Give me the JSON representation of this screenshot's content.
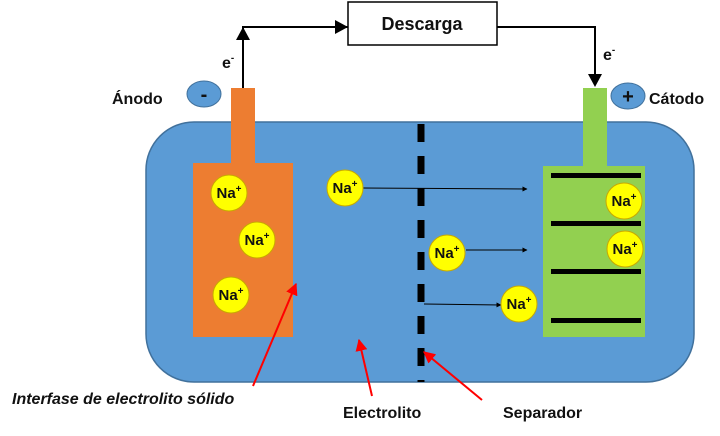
{
  "title": "Descarga",
  "electron_left": "e",
  "electron_right": "e",
  "electron_sup": "-",
  "anode_label": "Ánodo",
  "anode_sign": "-",
  "cathode_label": "Cátodo",
  "cathode_sign": "+",
  "ion_text": "Na",
  "ion_charge": "+",
  "labels": {
    "sei": "Interfase de electrolito sólido",
    "electrolyte": "Electrolito",
    "separator": "Separador"
  },
  "colors": {
    "electrolyte": "#5b9bd5",
    "anode": "#ed7d31",
    "cathode": "#92d050",
    "ion": "#ffff00",
    "arrow": "#ff0000"
  }
}
